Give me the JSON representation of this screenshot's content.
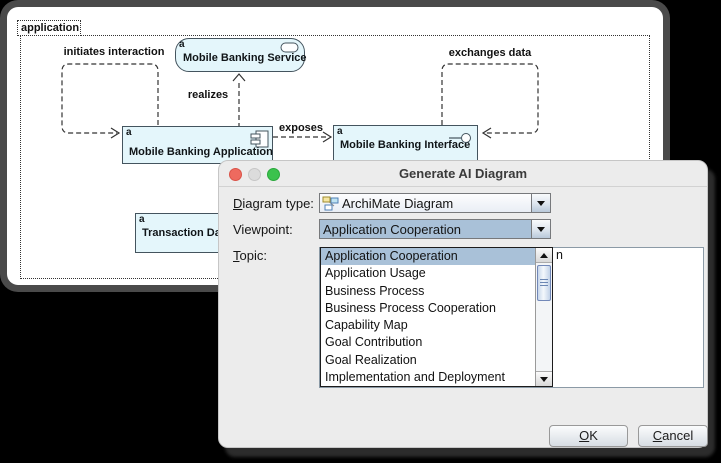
{
  "canvas": {
    "group_label": "application",
    "nodes": {
      "service": {
        "marker": "a",
        "label": "Mobile Banking Service"
      },
      "application": {
        "marker": "a",
        "label": "Mobile Banking Application"
      },
      "interface": {
        "marker": "a",
        "label": "Mobile Banking Interface"
      },
      "transaction": {
        "marker": "a",
        "label": "Transaction Data"
      }
    },
    "relations": {
      "initiates": "initiates interaction",
      "realizes": "realizes",
      "exposes": "exposes",
      "exchanges": "exchanges data"
    },
    "colors": {
      "node_fill": "#e4f6fb",
      "node_border": "#44545e"
    }
  },
  "dialog": {
    "title": "Generate AI Diagram",
    "diagram_type_label": {
      "mn": "D",
      "rest": "iagram type:"
    },
    "viewpoint_label": "Viewpoint:",
    "topic_label": {
      "mn": "T",
      "rest": "opic:"
    },
    "diagram_type_value": "ArchiMate Diagram",
    "viewpoint_value": "Application Cooperation",
    "topic_visible_text": "n",
    "dropdown_items": [
      "Application Cooperation",
      "Application Usage",
      "Business Process",
      "Business Process Cooperation",
      "Capability Map",
      "Goal Contribution",
      "Goal Realization",
      "Implementation and Deployment"
    ],
    "selected_dropdown_index": 0,
    "buttons": {
      "ok": {
        "mn": "O",
        "rest": "K"
      },
      "cancel": {
        "mn": "C",
        "rest": "ancel"
      }
    },
    "colors": {
      "selection": "#a9c1d8",
      "traffic_red": "#ee6a5f",
      "traffic_grey": "#dcdcdc",
      "traffic_green": "#3bc24d"
    }
  }
}
